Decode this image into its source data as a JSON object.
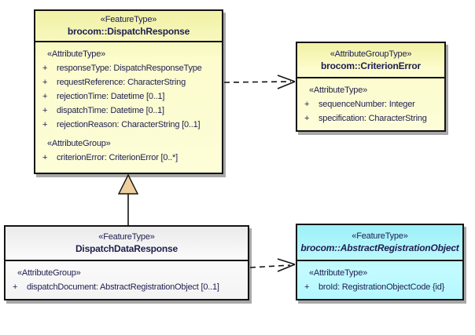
{
  "diagram_type": "uml-class-diagram",
  "markers": {
    "plus": "+"
  },
  "colors": {
    "class_fill_yellow": "#FBFBC8",
    "class_fill_gray": "#F2F2F2",
    "class_fill_cyan": "#AFF6FD",
    "generalization_triangle_fill": "#EDD09E",
    "border": "#141414",
    "shadow": "#A8A8A8",
    "text": "#1E1E50",
    "background": "#FFFFFF"
  },
  "boxes": [
    {
      "id": "dispatch-response",
      "stereotype": "«FeatureType»",
      "name": "brocom::DispatchResponse",
      "fill": "#FBFBC8",
      "sections": [
        {
          "label": "«AttributeType»",
          "items": [
            "responseType: DispatchResponseType",
            "requestReference: CharacterString",
            "rejectionTime: Datetime [0..1]",
            "dispatchTime: Datetime [0..1]",
            "rejectionReason: CharacterString [0..1]"
          ]
        },
        {
          "label": "«AttributeGroup»",
          "items": [
            "criterionError: CriterionError [0..*]"
          ]
        }
      ]
    },
    {
      "id": "criterion-error",
      "stereotype": "«AttributeGroupType»",
      "name": "brocom::CriterionError",
      "fill": "#FBFBC8",
      "sections": [
        {
          "label": "«AttributeType»",
          "items": [
            "sequenceNumber: Integer",
            "specification: CharacterString"
          ]
        }
      ]
    },
    {
      "id": "dispatch-data-response",
      "stereotype": "«FeatureType»",
      "name": "DispatchDataResponse",
      "fill": "#F2F2F2",
      "sections": [
        {
          "label": "«AttributeGroup»",
          "items": [
            "dispatchDocument: AbstractRegistrationObject [0..1]"
          ]
        }
      ]
    },
    {
      "id": "abstract-registration-object",
      "stereotype": "«FeatureType»",
      "name": "brocom::AbstractRegistrationObject",
      "fill": "#AFF6FD",
      "sections": [
        {
          "label": "«AttributeType»",
          "items": [
            "broId: RegistrationObjectCode {id}"
          ]
        }
      ]
    }
  ],
  "connectors": [
    {
      "type": "dependency",
      "style": "dashed-open-arrow",
      "from": "brocom::DispatchResponse",
      "to": "brocom::CriterionError"
    },
    {
      "type": "generalization",
      "style": "solid-line-filled-triangle",
      "from": "DispatchDataResponse",
      "to": "brocom::DispatchResponse"
    },
    {
      "type": "dependency",
      "style": "dashed-open-arrow",
      "from": "DispatchDataResponse",
      "to": "brocom::AbstractRegistrationObject"
    }
  ]
}
